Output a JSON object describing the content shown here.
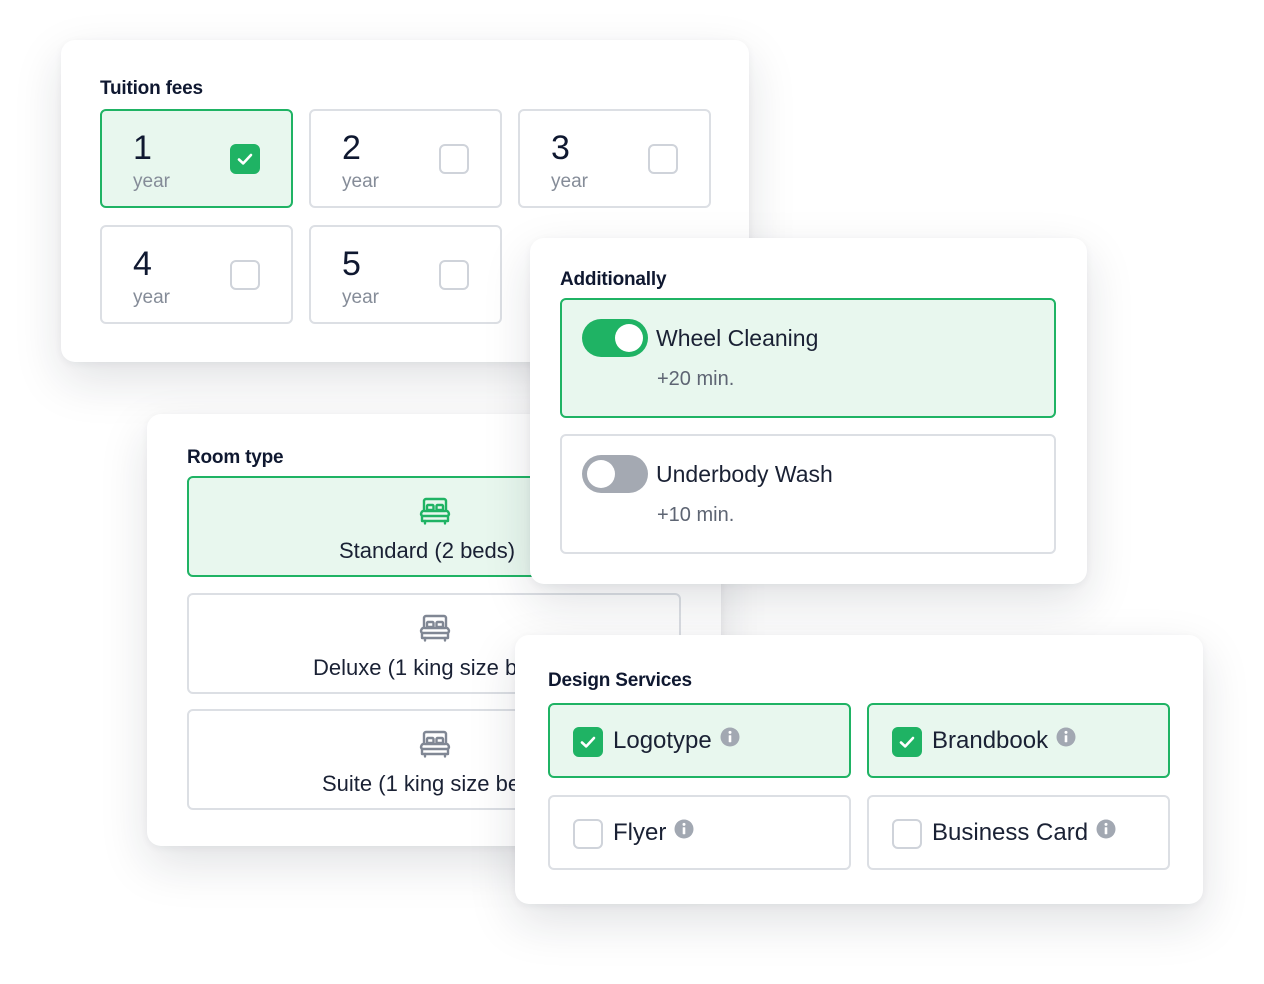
{
  "colors": {
    "accent": "#1fb364",
    "accent_bg": "#e8f7ee",
    "border": "#dcdfe4",
    "muted": "#858c98",
    "toggle_off": "#a4a9b2"
  },
  "tuition": {
    "title": "Tuition fees",
    "options": [
      {
        "number": "1",
        "unit": "year",
        "checked": true
      },
      {
        "number": "2",
        "unit": "year",
        "checked": false
      },
      {
        "number": "3",
        "unit": "year",
        "checked": false
      },
      {
        "number": "4",
        "unit": "year",
        "checked": false
      },
      {
        "number": "5",
        "unit": "year",
        "checked": false
      }
    ]
  },
  "room": {
    "title": "Room type",
    "options": [
      {
        "label": "Standard (2 beds)",
        "icon": "bed-icon",
        "selected": true
      },
      {
        "label": "Deluxe (1 king size bed)",
        "icon": "bed-icon",
        "selected": false
      },
      {
        "label": "Suite (1 king size bed)",
        "icon": "bed-icon",
        "selected": false
      }
    ]
  },
  "additionally": {
    "title": "Additionally",
    "options": [
      {
        "name": "Wheel Cleaning",
        "time": "+20 min.",
        "enabled": true
      },
      {
        "name": "Underbody Wash",
        "time": "+10 min.",
        "enabled": false
      }
    ]
  },
  "design": {
    "title": "Design Services",
    "options": [
      {
        "label": "Logotype",
        "checked": true,
        "icon": "info-icon"
      },
      {
        "label": "Brandbook",
        "checked": true,
        "icon": "info-icon"
      },
      {
        "label": "Flyer",
        "checked": false,
        "icon": "info-icon"
      },
      {
        "label": "Business Card",
        "checked": false,
        "icon": "info-icon"
      }
    ]
  }
}
